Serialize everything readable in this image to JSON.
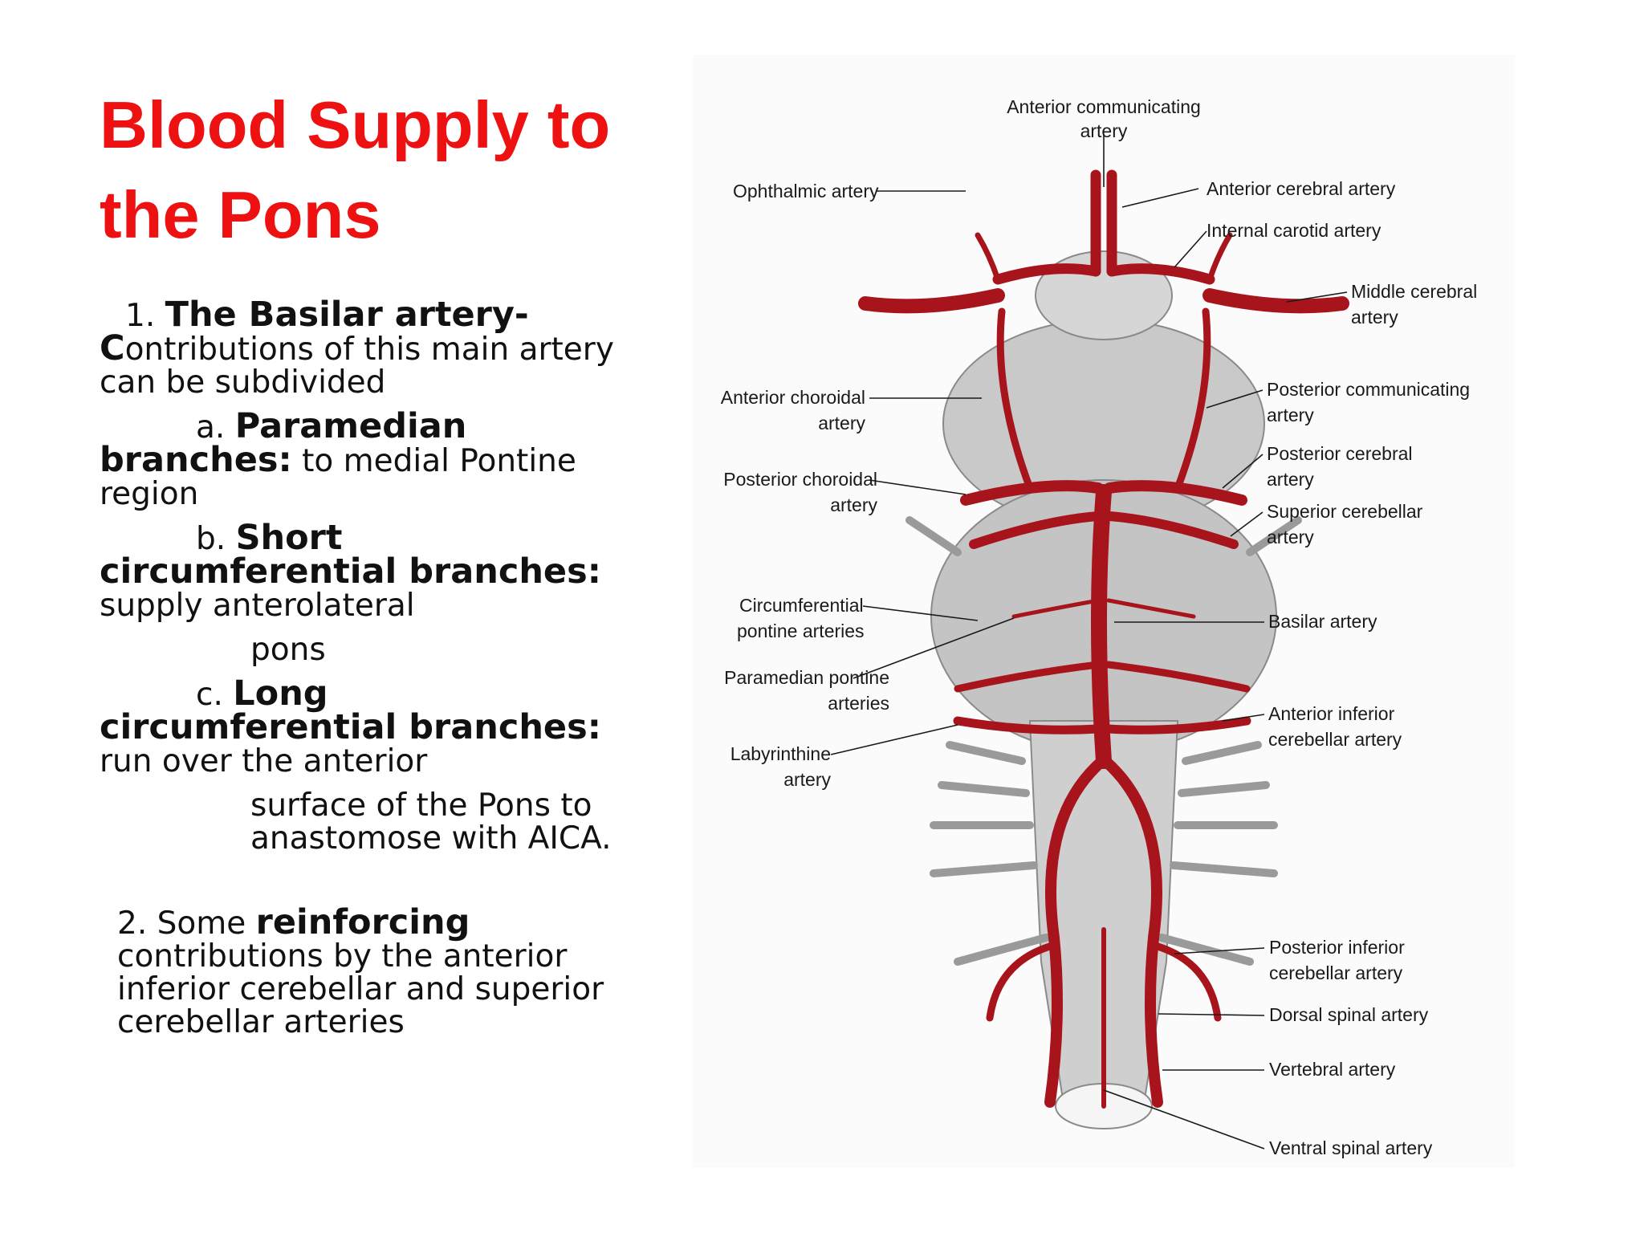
{
  "title": "Blood Supply to the Pons",
  "items": {
    "i1_num": "1. ",
    "i1_bold_a": "The Basilar artery-",
    "i1_bold_b": "C",
    "i1_text": "ontributions of this main artery can be subdivided",
    "a_prefix": "a. ",
    "a_bold": "Paramedian branches:",
    "a_text": " to medial Pontine region",
    "b_prefix": "b. ",
    "b_bold": "Short circumferential branches:",
    "b_text": " supply anterolateral",
    "b_text2": "pons",
    "c_prefix": "c. ",
    "c_bold": "Long circumferential branches:",
    "c_text": " run over the anterior",
    "c_text2": "surface of the Pons to anastomose with AICA.",
    "i2_num": "2. Some ",
    "i2_bold": "reinforcing",
    "i2_text": " contributions by the anterior inferior cerebellar and superior cerebellar arteries"
  },
  "diagram": {
    "labels": {
      "ant_comm_1": "Anterior communicating",
      "ant_comm_2": "artery",
      "ophthalmic": "Ophthalmic artery",
      "ant_cerebral": "Anterior cerebral artery",
      "int_carotid": "Internal carotid artery",
      "mid_cerebral_1": "Middle cerebral",
      "mid_cerebral_2": "artery",
      "ant_choroidal_1": "Anterior choroidal",
      "ant_choroidal_2": "artery",
      "post_comm_1": "Posterior communicating",
      "post_comm_2": "artery",
      "post_choroidal_1": "Posterior choroidal",
      "post_choroidal_2": "artery",
      "post_cerebral_1": "Posterior cerebral",
      "post_cerebral_2": "artery",
      "sup_cerebellar_1": "Superior cerebellar",
      "sup_cerebellar_2": "artery",
      "circ_pontine_1": "Circumferential",
      "circ_pontine_2": "pontine arteries",
      "basilar": "Basilar artery",
      "paramedian_1": "Paramedian pontine",
      "paramedian_2": "arteries",
      "aica_1": "Anterior inferior",
      "aica_2": "cerebellar artery",
      "labyrinthine_1": "Labyrinthine",
      "labyrinthine_2": "artery",
      "pica_1": "Posterior inferior",
      "pica_2": "cerebellar artery",
      "dorsal_spinal": "Dorsal spinal artery",
      "vertebral": "Vertebral artery",
      "ventral_spinal": "Ventral spinal artery"
    },
    "colors": {
      "artery": "#a8141c",
      "tissue": "#c9c9c9",
      "tissue_dark": "#8a8a8a"
    }
  }
}
